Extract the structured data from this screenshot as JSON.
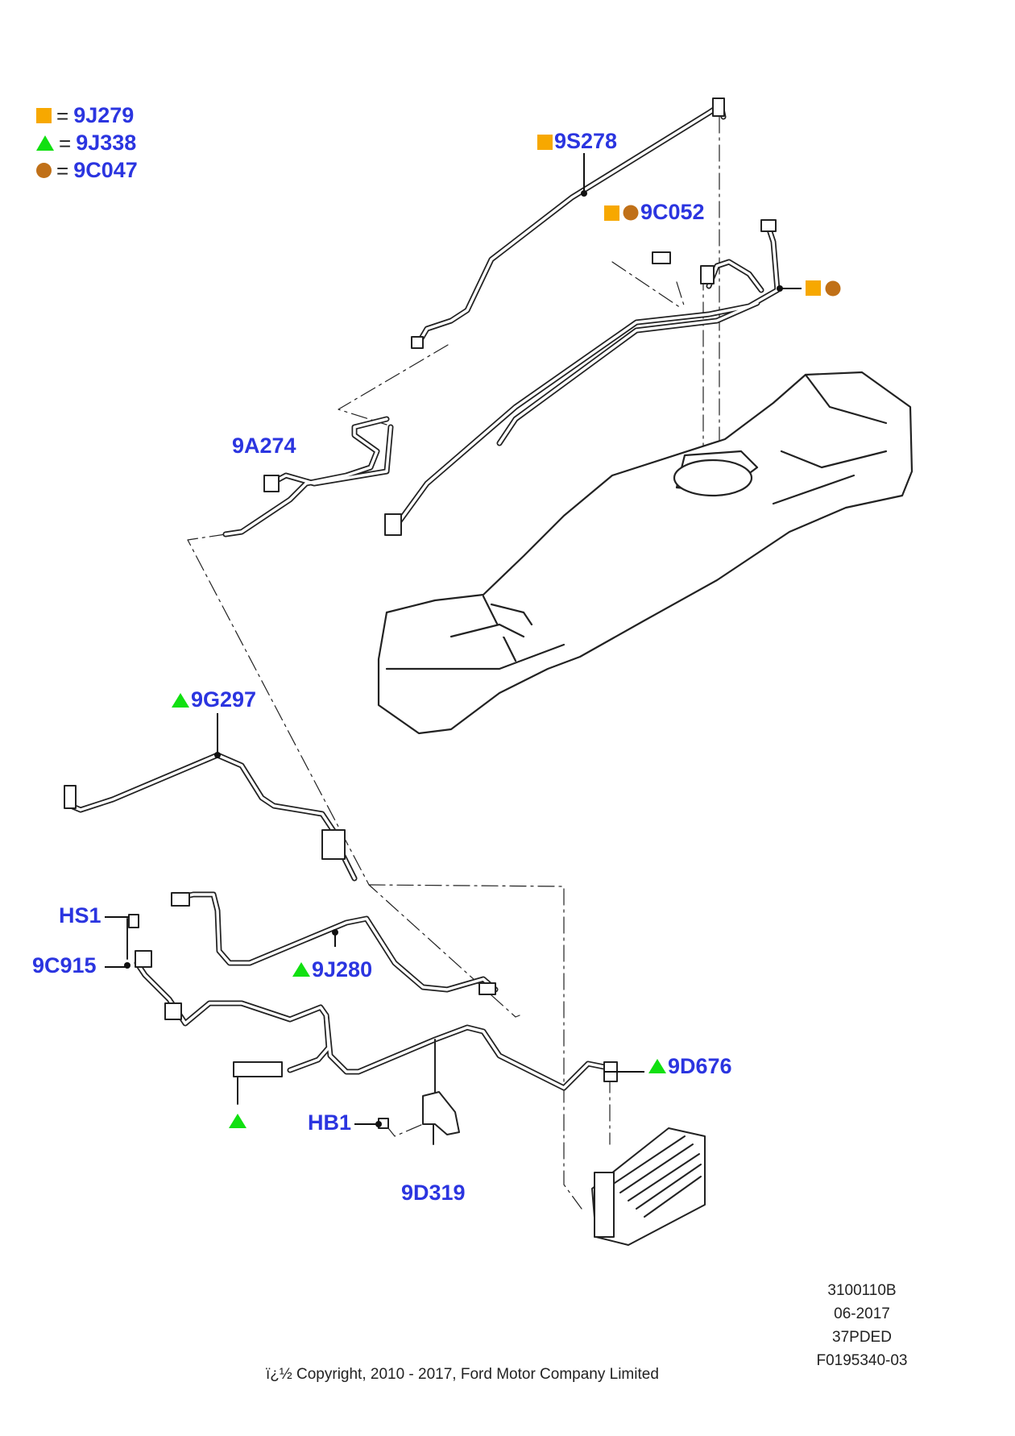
{
  "colors": {
    "square": "#f7a800",
    "triangle": "#11e011",
    "circle": "#c07018",
    "label": "#2b35e0"
  },
  "legend": [
    {
      "shape": "square-icon",
      "eq": "=",
      "code": "9J279"
    },
    {
      "shape": "triangle-icon",
      "eq": "=",
      "code": "9J338"
    },
    {
      "shape": "circle-icon",
      "eq": "=",
      "code": "9C047"
    }
  ],
  "labels": {
    "l9S278": "9S278",
    "l9C052": "9C052",
    "l9A274": "9A274",
    "l9G297": "9G297",
    "lHS1": "HS1",
    "l9C915": "9C915",
    "l9J280": "9J280",
    "l9D676": "9D676",
    "lHB1": "HB1",
    "l9D319": "9D319"
  },
  "meta": [
    "3100110B",
    "06-2017",
    "37PDED",
    "F0195340-03"
  ],
  "copyright": "ï¿½ Copyright, 2010 - 2017, Ford Motor Company Limited"
}
